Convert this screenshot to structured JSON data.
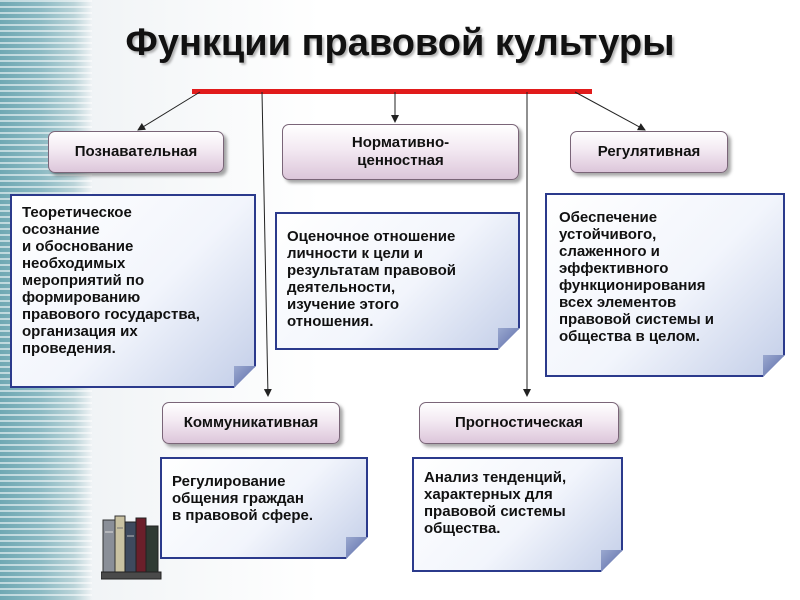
{
  "title": "Функции правовой культуры",
  "colors": {
    "red_bar": "#e11b1b",
    "note_border": "#2b3a8c",
    "header_border": "#7a6578"
  },
  "functions": [
    {
      "name": "Познавательная",
      "description": "Теоретическое\nосознание\nи обоснование\nнеобходимых\nмероприятий по\nформированию\nправового государства,\nорганизация их\n проведения."
    },
    {
      "name": "Нормативно-\nценностная",
      "description": "Оценочное отношение\nличности к цели и\nрезультатам правовой\nдеятельности,\nизучение этого\nотношения."
    },
    {
      "name": "Регулятивная",
      "description": "Обеспечение\nустойчивого,\nслаженного и\nэффективного\nфункционирования\nвсех элементов\nправовой системы и\nобщества в целом."
    },
    {
      "name": "Коммуникативная",
      "description": "Регулирование\nобщения граждан\nв правовой сфере."
    },
    {
      "name": "Прогностическая",
      "description": "Анализ тенденций,\nхарактерных для\nправовой системы\nобщества."
    }
  ],
  "decorations": {
    "books_icon": "books-stack-icon"
  }
}
